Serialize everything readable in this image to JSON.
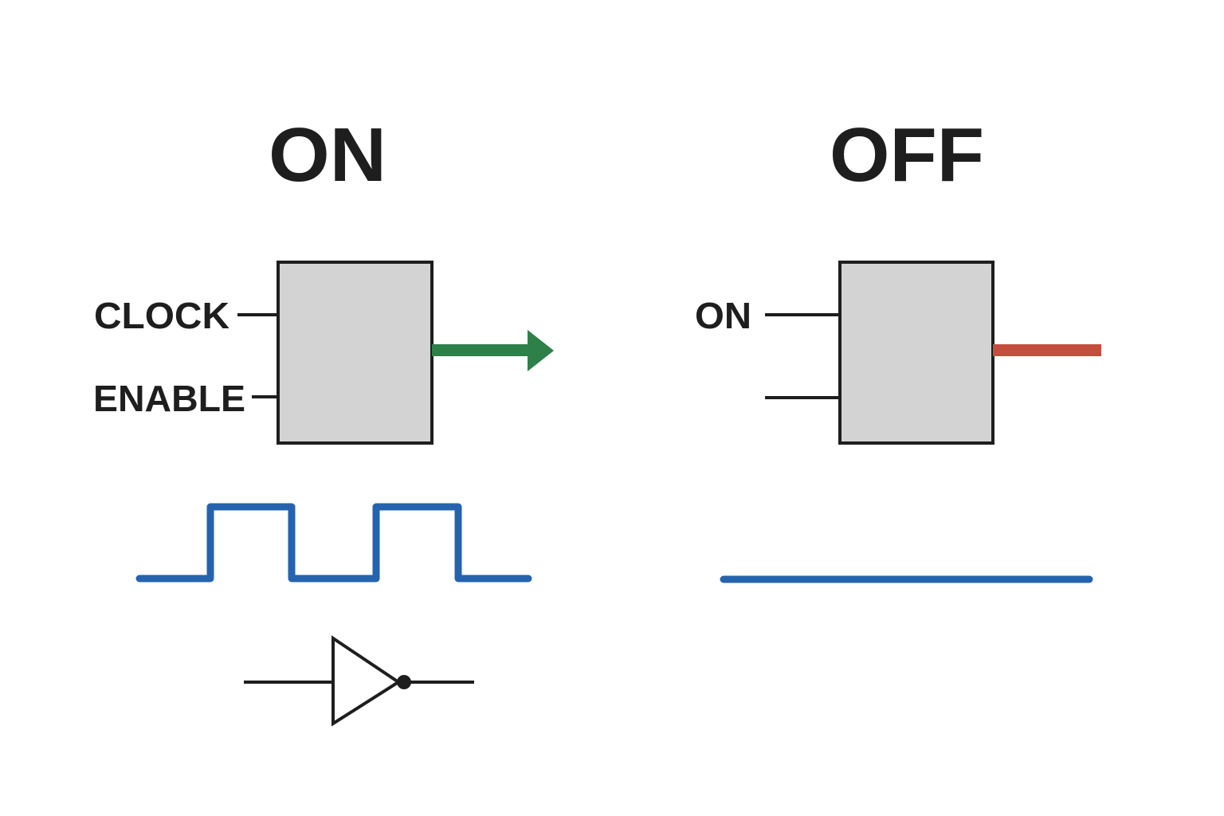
{
  "colors": {
    "background": "#ffffff",
    "text": "#1e1e1e",
    "block_fill": "#d3d3d3",
    "block_stroke": "#1e1e1e",
    "output_on": "#2e8049",
    "output_off": "#c24e3e",
    "waveform": "#2563ae",
    "wire": "#1e1e1e"
  },
  "on_panel": {
    "title": "ON",
    "inputs": [
      {
        "label": "CLOCK"
      },
      {
        "label": "ENABLE"
      }
    ],
    "output": "arrow",
    "waveform": "clock",
    "waveform_levels": [
      0,
      1,
      0,
      1,
      0
    ],
    "symbol": "inverter"
  },
  "off_panel": {
    "title": "OFF",
    "inputs": [
      {
        "label": "ON"
      },
      {
        "label": ""
      }
    ],
    "output": "bar",
    "waveform": "flat",
    "waveform_levels": [
      0
    ]
  }
}
